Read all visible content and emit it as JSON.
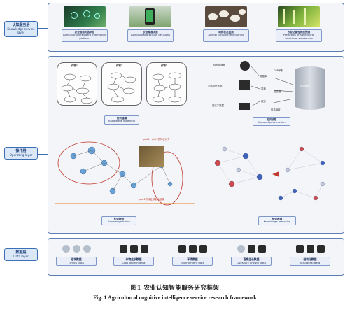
{
  "layers": {
    "service": {
      "zh": "认知服务层",
      "en": "Knowledge service layer"
    },
    "operating": {
      "zh": "操作层",
      "en": "Operating layer"
    },
    "data": {
      "zh": "数据层",
      "en": "Data layer"
    }
  },
  "services": [
    {
      "zh": "农业智能问答平台",
      "en": "Agricultural intelligent information platform",
      "icon": "smart-farm-image"
    },
    {
      "zh": "农业精准决策",
      "en": "Agricultural precision decisions",
      "icon": "phone-greenhouse-image"
    },
    {
      "zh": "动物状态监测",
      "en": "Animal condition monitoring",
      "icon": "animal-flock-image"
    },
    {
      "zh": "农业功能性物质预测",
      "en": "Prediction of agricultural functional substances",
      "icon": "plant-lab-image"
    }
  ],
  "operations": {
    "knowledge_modeling": {
      "zh": "知识建模",
      "en": "Knowledge modeling"
    },
    "knowledge_extraction": {
      "zh": "知识抽取",
      "en": "Knowledge extraction"
    },
    "knowledge_fusion": {
      "zh": "知识融合",
      "en": "Knowledge fusion"
    },
    "knowledge_reasoning": {
      "zh": "知识推理",
      "en": "Knowledge reasoning"
    }
  },
  "modeling_groups": [
    "作物1",
    "作物2",
    "作物3"
  ],
  "extraction": {
    "sources": [
      "结构化数据",
      "半结构化数据",
      "网文本数据"
    ],
    "middle": [
      "数据库",
      "表格",
      "网页"
    ],
    "right": [
      "知识图谱"
    ],
    "misc": [
      "D2R映射",
      "包装器",
      "信息抽取"
    ]
  },
  "fusion_labels": [
    "plot1、plot2的特征对齐",
    "plot1的特征映射与链接"
  ],
  "data_sources": [
    {
      "zh": "组学数据",
      "en": "Omics data"
    },
    {
      "zh": "作物生长数据",
      "en": "Crop growth data"
    },
    {
      "zh": "环境数据",
      "en": "Environment data"
    },
    {
      "zh": "畜禽生长数据",
      "en": "Livestock growth data"
    },
    {
      "zh": "结构化数据",
      "en": "Structural data"
    }
  ],
  "caption": {
    "zh": "图1    农业认知智能服务研究框架",
    "en": "Fig. 1    Agricultural cognitive intelligence service research framework"
  },
  "colors": {
    "accent": "#3d6fb6",
    "panel": "#f3f5f9",
    "tag": "#e9eef9"
  }
}
